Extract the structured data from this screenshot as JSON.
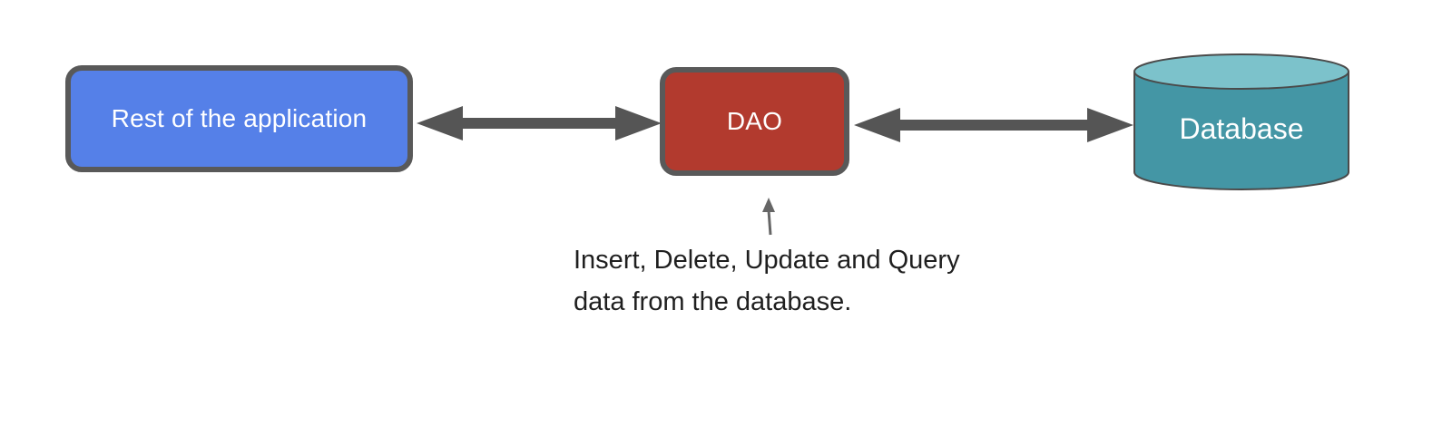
{
  "diagram": {
    "type": "architecture-diagram",
    "nodes": {
      "app": {
        "label": "Rest of the application",
        "shape": "rounded-rectangle",
        "fill": "#5580e8"
      },
      "dao": {
        "label": "DAO",
        "shape": "rounded-rectangle",
        "fill": "#b23a2e"
      },
      "database": {
        "label": "Database",
        "shape": "cylinder",
        "fill_body": "#4496a5",
        "fill_top": "#7cc2cb"
      }
    },
    "edges": [
      {
        "from": "app",
        "to": "dao",
        "style": "double-headed-arrow"
      },
      {
        "from": "dao",
        "to": "database",
        "style": "double-headed-arrow"
      }
    ],
    "annotation": {
      "line1": "Insert, Delete, Update and Query",
      "line2": "data from the database.",
      "points_to": "dao"
    },
    "colors": {
      "node_border": "#595959",
      "arrow": "#555555",
      "annotation_arrow": "#666666",
      "annotation_text": "#1f1f1f",
      "node_text": "#ffffff",
      "cylinder_stroke": "#4a4a4a",
      "background": "#ffffff"
    }
  }
}
